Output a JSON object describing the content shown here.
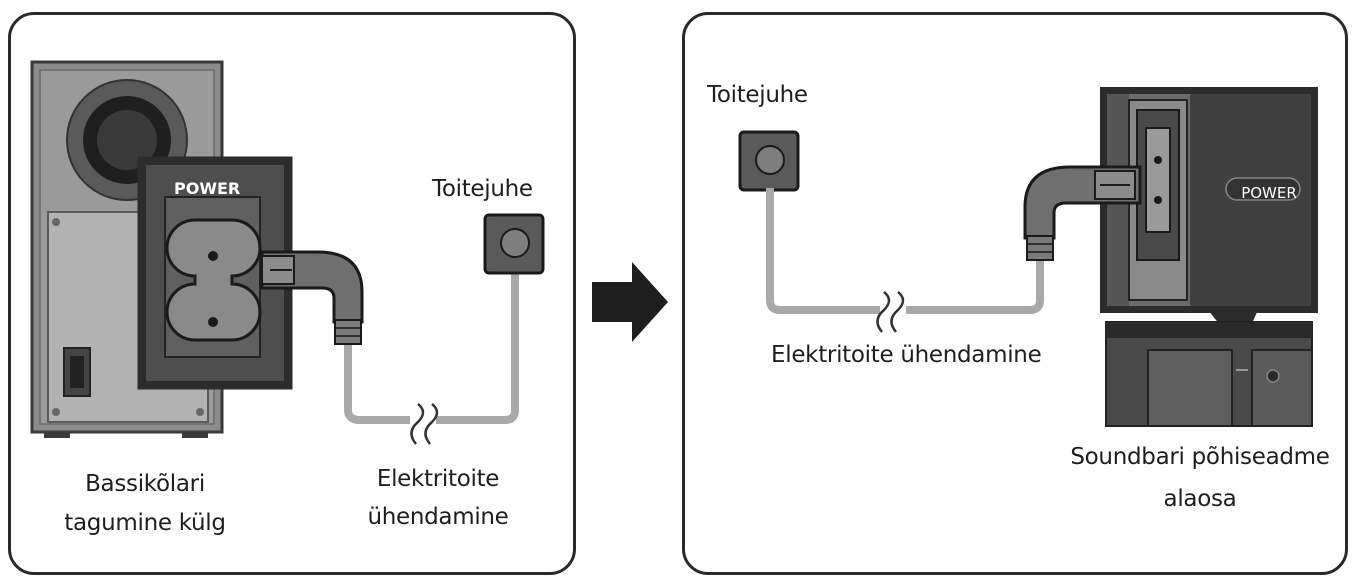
{
  "left_panel": {
    "power_port_label": "POWER",
    "outlet_label": "Toitejuhe",
    "cable_label_line1": "Elektritoite",
    "cable_label_line2": "ühendamine",
    "device_label_line1": "Bassikõlari",
    "device_label_line2": "tagumine külg"
  },
  "right_panel": {
    "outlet_label": "Toitejuhe",
    "cable_label": "Elektritoite ühendamine",
    "power_port_label": "POWER",
    "device_label_line1": "Soundbari põhiseadme",
    "device_label_line2": "alaosa"
  },
  "colors": {
    "outline": "#2a2a2a",
    "cable": "#a9a9a9",
    "subwoofer_body": "#8f8f8f",
    "outlet": "#5a5a5a",
    "arrow": "#1e1e1e"
  }
}
